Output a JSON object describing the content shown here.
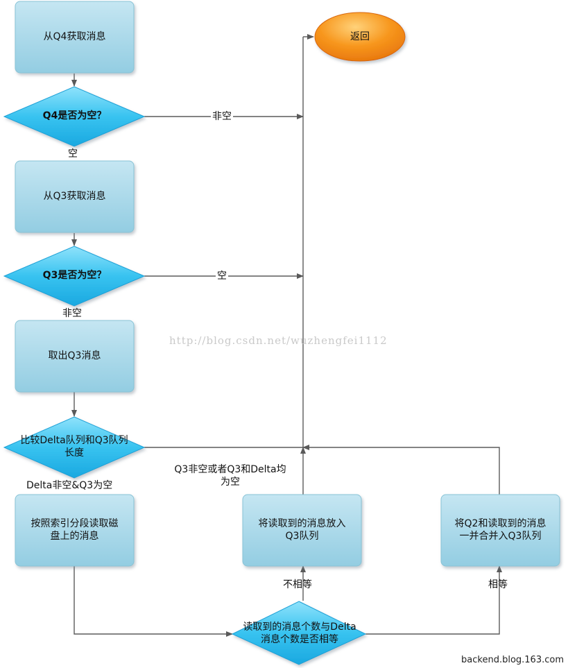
{
  "nodes": {
    "fetch_q4": "从Q4获取消息",
    "q4_empty": "Q4是否为空？",
    "fetch_q3": "从Q3获取消息",
    "q3_empty": "Q3是否为空？",
    "take_q3": "取出Q3消息",
    "compare_line1": "比较Delta队列和Q3队列",
    "compare_line2": "长度",
    "read_disk_line1": "按照索引分段读取磁",
    "read_disk_line2": "盘上的消息",
    "put_q3_line1": "将读取到的消息放入",
    "put_q3_line2": "Q3队列",
    "merge_line1": "将Q2和读取到的消息",
    "merge_line2": "一并合并入Q3队列",
    "count_check_line1": "读取到的消息个数与Delta",
    "count_check_line2": "消息个数是否相等",
    "return": "返回"
  },
  "edges": {
    "q4_nonempty": "非空",
    "q4_empty": "空",
    "q3_empty": "空",
    "q3_nonempty": "非空",
    "delta_nonempty_q3_empty": "Delta非空&Q3为空",
    "q3_nonempty_or_both_line1": "Q3非空或者Q3和Delta均",
    "q3_nonempty_or_both_line2": "为空",
    "not_equal": "不相等",
    "equal": "相等"
  },
  "watermark": "http://blog.csdn.net/wuzhengfei1112",
  "footer": "backend.blog.163.com",
  "colors": {
    "box": "#9fd4e6",
    "diamond": "#33c1ef",
    "oval": "#f58a12",
    "line": "#5a5a5a"
  },
  "icons": {
    "arrow": "arrowhead"
  }
}
